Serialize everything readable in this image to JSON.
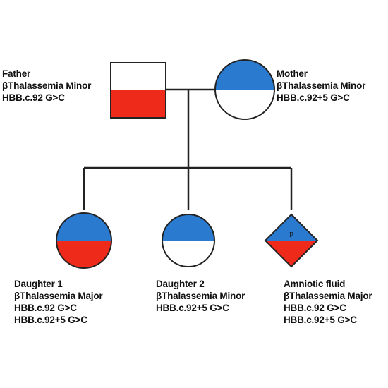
{
  "colors": {
    "hbb_c92_g_c": "#ee2a1b",
    "hbb_c92_5_g_c": "#2a7ad0",
    "line": "#222222",
    "empty": "#ffffff"
  },
  "individuals": {
    "father": {
      "label": "Father",
      "phenotype": "βThalassemia Minor",
      "genotype": [
        "HBB.c.92 G>C"
      ]
    },
    "mother": {
      "label": "Mother",
      "phenotype": "βThalassemia Minor",
      "genotype": [
        "HBB.c.92+5 G>C"
      ]
    },
    "daughter1": {
      "label": "Daughter 1",
      "phenotype": "βThalassemia Major",
      "genotype": [
        "HBB.c.92 G>C",
        "HBB.c.92+5 G>C"
      ]
    },
    "daughter2": {
      "label": "Daughter 2",
      "phenotype": "βThalassemia Minor",
      "genotype": [
        "HBB.c.92+5 G>C"
      ]
    },
    "fetus": {
      "label": "Amniotic fluid",
      "phenotype": "βThalassemia Major",
      "genotype": [
        "HBB.c.92 G>C",
        "HBB.c.92+5 G>C"
      ],
      "mark": "P"
    }
  }
}
